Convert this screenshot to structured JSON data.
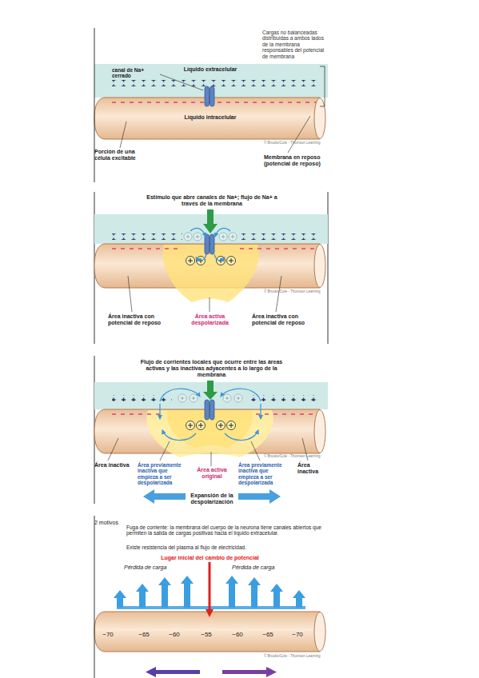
{
  "diagram": {
    "nodes": [
      {
        "text": [
          "Líquido extracelular"
        ]
      },
      {
        "text": [
          "Líquido intracelular"
        ]
      },
      {
        "text": [
          "−70",
          "−65",
          "−60",
          "−55",
          "−60",
          "−65",
          "−70"
        ]
      }
    ],
    "labels": [
      "Cargas no balanceadas distribuidas a ambos lados de la membrana responsables del potencial de membrana",
      "canal de Na+ cerrado",
      "Porción de una célula excitable",
      "Membrana en reposo (potencial de reposo)",
      "© Brooks/Cole - Thomson Learning",
      "Estímulo que abre canales de Na+; flujo de Na+ a través de la membrana",
      "Área inactiva con potencial de reposo",
      "Área activa despolarizada",
      "Área inactiva con potencial de reposo",
      "© Brooks/Cole - Thomson Learning",
      "Flujo de corrientes locales que ocurre entre las áreas activas y las inactivas adyacentes a lo largo de la membrana",
      "Área inactiva",
      "Área previamente inactiva que empieza a ser despolarizada",
      "Área activa original",
      "Área previamente inactiva que empieza a ser despolarizada",
      "Área inactiva",
      "Expansión de la despolarización",
      "© Brooks/Cole - Thomson Learning",
      "2 motivos",
      "Fuga de corriente: la membrana del cuerpo de la neurona tiene canales abiertos que permiten la salida de cargas positivas hacia el líquido extracelular.",
      "Existe resistencia del plasma al flujo de electricidad.",
      "Lugar inicial del cambio de potencial",
      "Pérdida de carga",
      "Pérdida de carga",
      "© Brooks/Cole - Thomson Learning"
    ]
  }
}
